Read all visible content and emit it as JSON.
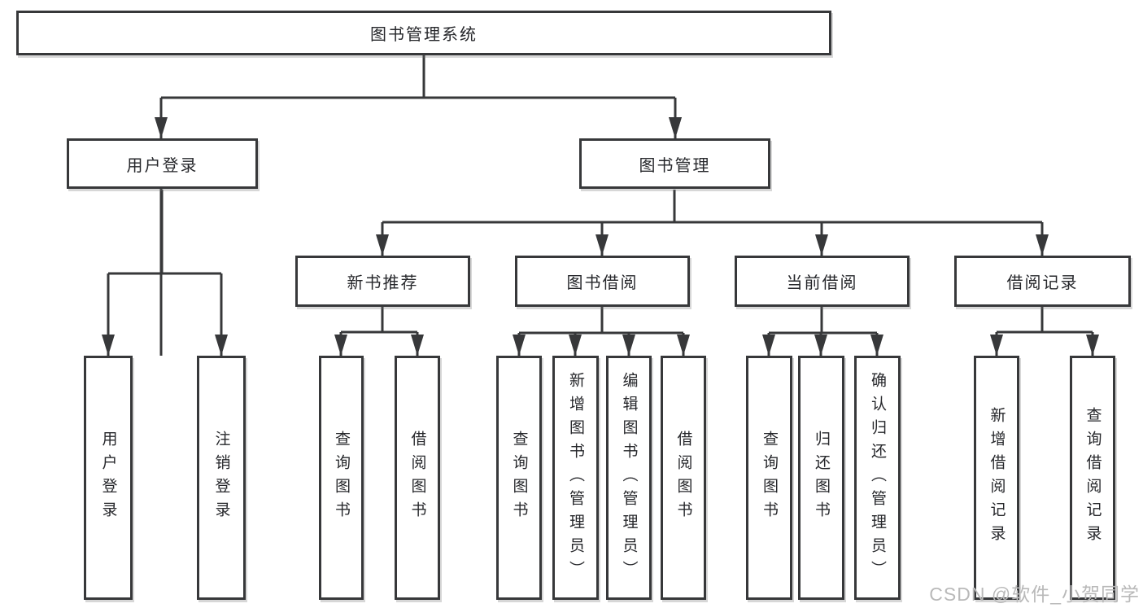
{
  "colors": {
    "line": "#37383a",
    "text": "#26272b",
    "box_background": "#ffffff",
    "page_background": "#ffffff",
    "watermark": "#b9b9b9"
  },
  "watermark": {
    "text": "CSDN @软件_小贺同学"
  },
  "diagram": {
    "root": {
      "label": "图书管理系统"
    },
    "user_login": {
      "label": "用户登录",
      "children": {
        "login": {
          "label": "用户登录"
        },
        "logout": {
          "label": "注销登录"
        }
      }
    },
    "book_mgmt": {
      "label": "图书管理",
      "children": {
        "new_book_rec": {
          "label": "新书推荐",
          "children": {
            "query_book": {
              "label": "查询图书"
            },
            "borrow_book": {
              "label": "借阅图书"
            }
          }
        },
        "book_borrow": {
          "label": "图书借阅",
          "children": {
            "query_book": {
              "label": "查询图书"
            },
            "add_book": {
              "label": "新增图书（管理员）"
            },
            "edit_book": {
              "label": "编辑图书（管理员）"
            },
            "borrow_book": {
              "label": "借阅图书"
            }
          }
        },
        "current_borrow": {
          "label": "当前借阅",
          "children": {
            "query_book": {
              "label": "查询图书"
            },
            "return_book": {
              "label": "归还图书"
            },
            "confirm_return": {
              "label": "确认归还（管理员）"
            }
          }
        },
        "borrow_records": {
          "label": "借阅记录",
          "children": {
            "add_record": {
              "label": "新增借阅记录"
            },
            "query_record": {
              "label": "查询借阅记录"
            }
          }
        }
      }
    }
  }
}
